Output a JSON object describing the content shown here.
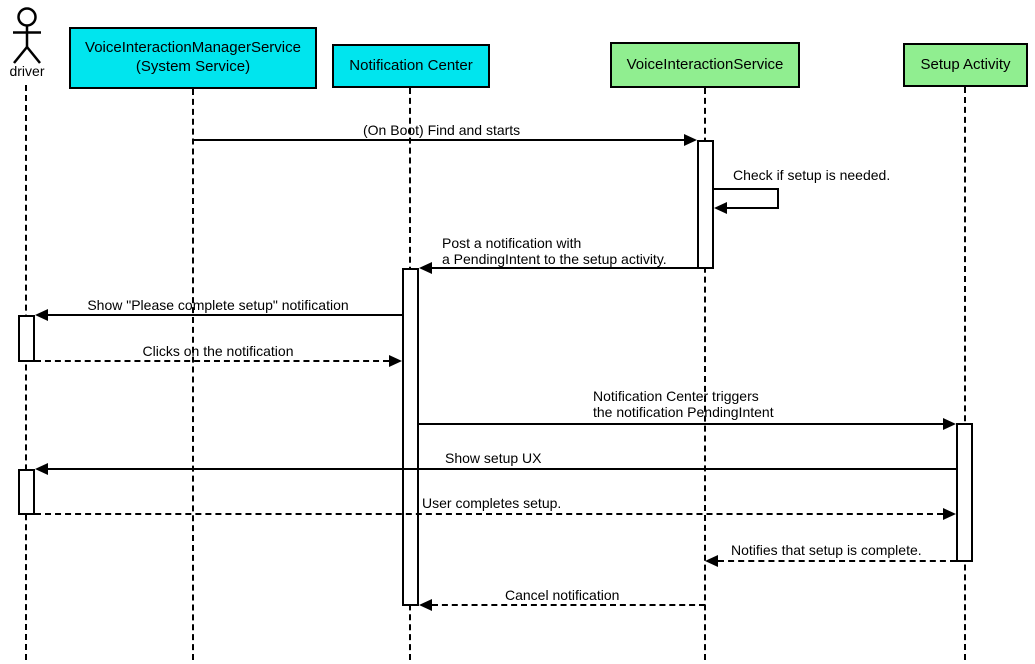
{
  "diagram": {
    "type": "uml-sequence-diagram",
    "colors": {
      "participant_cyan": "#00e5ee",
      "participant_green": "#90ee90",
      "line_color": "#000000",
      "background": "#ffffff",
      "activation_fill": "#ffffff"
    }
  },
  "actor": {
    "name": "driver"
  },
  "participants": [
    {
      "name": "VoiceInteractionManagerService",
      "line2": "(System Service)",
      "color": "#00e5ee"
    },
    {
      "name": "Notification Center",
      "color": "#00e5ee"
    },
    {
      "name": "VoiceInteractionService",
      "color": "#90ee90"
    },
    {
      "name": "Setup Activity",
      "color": "#90ee90"
    }
  ],
  "messages": [
    {
      "lines": [
        "(On Boot) Find and starts"
      ],
      "from": "VoiceInteractionManagerService (System Service)",
      "to": "VoiceInteractionService",
      "line": "solid",
      "direction": "right"
    },
    {
      "lines": [
        "Check if setup is needed."
      ],
      "from": "VoiceInteractionService",
      "to": "VoiceInteractionService",
      "line": "solid",
      "direction": "self"
    },
    {
      "lines": [
        "Post a notification with",
        "a PendingIntent to the setup activity."
      ],
      "from": "VoiceInteractionService",
      "to": "Notification Center",
      "line": "solid",
      "direction": "left"
    },
    {
      "lines": [
        "Show \"Please complete setup\" notification"
      ],
      "from": "Notification Center",
      "to": "driver",
      "line": "solid",
      "direction": "left"
    },
    {
      "lines": [
        "Clicks on the notification"
      ],
      "from": "driver",
      "to": "Notification Center",
      "line": "dashed",
      "direction": "right"
    },
    {
      "lines": [
        "Notification Center triggers",
        "the notification PendingIntent"
      ],
      "from": "Notification Center",
      "to": "Setup Activity",
      "line": "solid",
      "direction": "right"
    },
    {
      "lines": [
        "Show setup UX"
      ],
      "from": "Setup Activity",
      "to": "driver",
      "line": "solid",
      "direction": "left"
    },
    {
      "lines": [
        "User completes setup."
      ],
      "from": "driver",
      "to": "Setup Activity",
      "line": "dashed",
      "direction": "right"
    },
    {
      "lines": [
        "Notifies that setup is complete."
      ],
      "from": "Setup Activity",
      "to": "VoiceInteractionService",
      "line": "dashed",
      "direction": "left"
    },
    {
      "lines": [
        "Cancel notification"
      ],
      "from": "VoiceInteractionService",
      "to": "Notification Center",
      "line": "dashed",
      "direction": "left"
    }
  ]
}
